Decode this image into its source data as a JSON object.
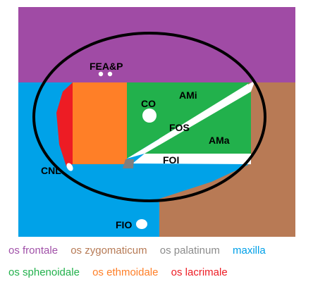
{
  "labels": {
    "fea_p": "FEA&P",
    "co": "CO",
    "ami": "AMi",
    "fos": "FOS",
    "ama": "AMa",
    "foi": "FOI",
    "cnl": "CNL",
    "fio": "FIO"
  },
  "legend": {
    "row1": [
      {
        "text": "os frontale",
        "color": "#a050a8"
      },
      {
        "text": "os zygomaticum",
        "color": "#b67a55"
      },
      {
        "text": "os palatinum",
        "color": "#8c8c8c"
      },
      {
        "text": "maxilla",
        "color": "#00a0e8"
      }
    ],
    "row2": [
      {
        "text": "os sphenoidale",
        "color": "#22b14c"
      },
      {
        "text": "os ethmoidale",
        "color": "#ff7f27"
      },
      {
        "text": "os lacrimale",
        "color": "#ed1c24"
      }
    ]
  },
  "colors": {
    "frontale": "#a04ba5",
    "zygomaticum": "#b87a55",
    "palatinum": "#7f7f7f",
    "maxilla": "#00a2e8",
    "sphenoidale": "#22b14c",
    "ethmoidale": "#ff7f27",
    "lacrimale": "#ed1c24",
    "outline": "#000000",
    "foramen": "#ffffff"
  }
}
